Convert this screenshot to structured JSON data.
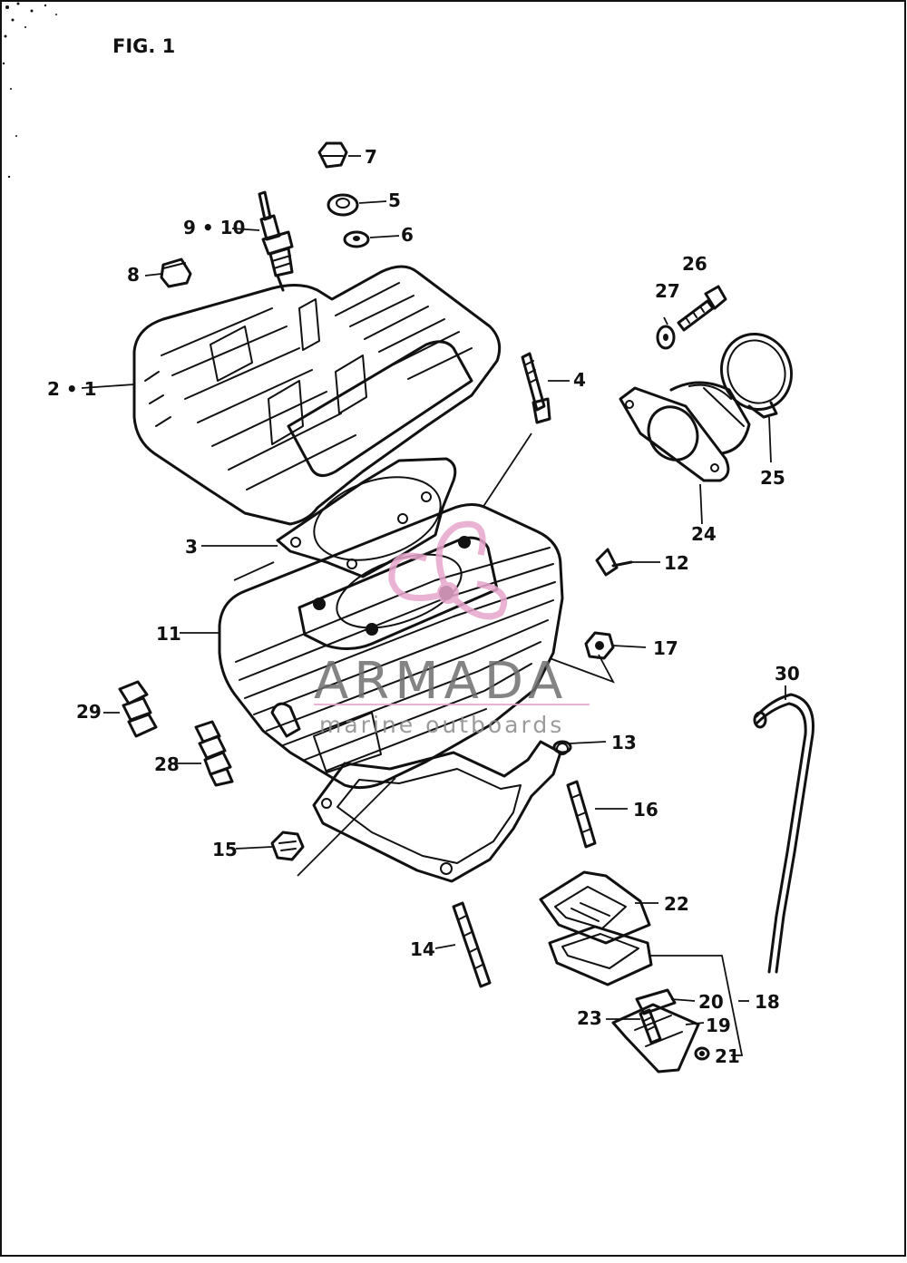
{
  "figure": {
    "title": "FIG. 1"
  },
  "watermark": {
    "brand": "ARMADA",
    "tagline": "marine outboards",
    "color": "#e8a6cc"
  },
  "parts": [
    {
      "id": "p7",
      "label": "7"
    },
    {
      "id": "p5",
      "label": "5"
    },
    {
      "id": "p6",
      "label": "6"
    },
    {
      "id": "p9-10",
      "label": "9 • 10"
    },
    {
      "id": "p8",
      "label": "8"
    },
    {
      "id": "p2-1",
      "label": "2 • 1"
    },
    {
      "id": "p4",
      "label": "4"
    },
    {
      "id": "p3",
      "label": "3"
    },
    {
      "id": "p11",
      "label": "11"
    },
    {
      "id": "p26",
      "label": "26"
    },
    {
      "id": "p27",
      "label": "27"
    },
    {
      "id": "p25",
      "label": "25"
    },
    {
      "id": "p24",
      "label": "24"
    },
    {
      "id": "p12",
      "label": "12"
    },
    {
      "id": "p17",
      "label": "17"
    },
    {
      "id": "p30",
      "label": "30"
    },
    {
      "id": "p29",
      "label": "29"
    },
    {
      "id": "p28",
      "label": "28"
    },
    {
      "id": "p13",
      "label": "13"
    },
    {
      "id": "p16",
      "label": "16"
    },
    {
      "id": "p15",
      "label": "15"
    },
    {
      "id": "p22",
      "label": "22"
    },
    {
      "id": "p14",
      "label": "14"
    },
    {
      "id": "p20",
      "label": "20"
    },
    {
      "id": "p18",
      "label": "18"
    },
    {
      "id": "p23",
      "label": "23"
    },
    {
      "id": "p19",
      "label": "19"
    },
    {
      "id": "p21",
      "label": "21"
    }
  ]
}
